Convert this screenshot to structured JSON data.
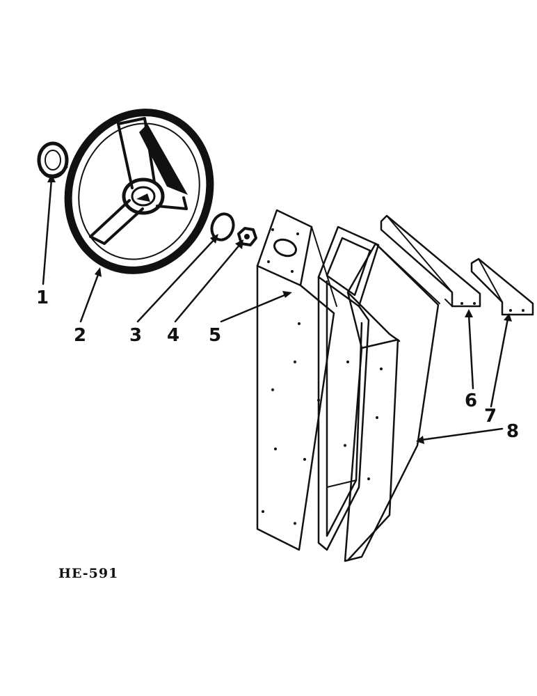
{
  "figure_code": "HE-591",
  "callouts": [
    "1",
    "2",
    "3",
    "4",
    "5",
    "6",
    "7",
    "8"
  ]
}
